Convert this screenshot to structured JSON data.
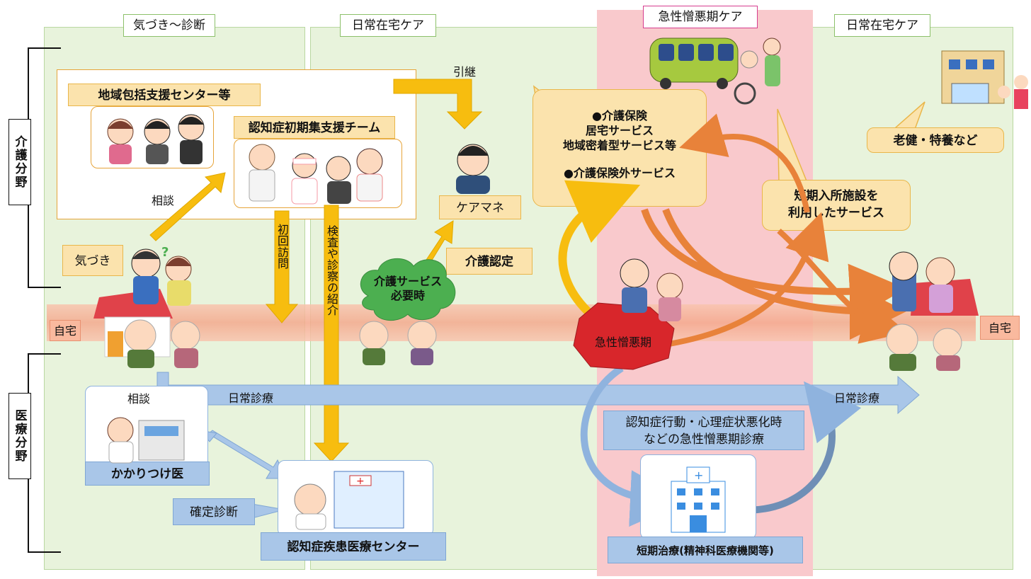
{
  "phases": {
    "notice": "気づき～診断",
    "home_care1": "日常在宅ケア",
    "acute": "急性憎悪期ケア",
    "home_care2": "日常在宅ケア"
  },
  "side": {
    "care": "介護分野",
    "medical": "医療分野"
  },
  "boxes": {
    "center": "地域包括支援センター等",
    "team": "認知症初期集支援チーム",
    "caremane": "ケアマネ",
    "kaigo_ninte": "介護認定",
    "hoken_l1": "●介護保険",
    "hoken_l2": "居宅サービス",
    "hoken_l3": "地域密着型サービス等",
    "hoken_l4": "●介護保険外サービス",
    "short_stay": "短期入所施設を\n利用したサービス",
    "roken": "老健・特養など",
    "home_left": "自宅",
    "home_right": "自宅",
    "kakaritsuke": "かかりつけ医",
    "kakutei": "確定診断",
    "med_center": "認知症疾患医療センター",
    "bpsd": "認知症行動・心理症状悪化時\nなどの急性憎悪期診療",
    "short_treat": "短期治療(精神科医療機関等)"
  },
  "labels": {
    "hikitsugi": "引継",
    "soudan1": "相談",
    "soudan2": "相談",
    "kizuki": "気づき",
    "shokai_houmon": "初回訪問",
    "kensa": "検査や診察の紹介",
    "service_needed": "介護サービス\n必要時",
    "acute_label": "急性憎悪期",
    "daily_med1": "日常診療",
    "daily_med2": "日常診療"
  },
  "colors": {
    "panel_green": "#e8f3dc",
    "acute_pink": "#f9c9cc",
    "arrow_yellow": "#f7bd0f",
    "arrow_blue": "#a5c3e6",
    "home_band": "#f6b49a",
    "curve_orange": "#e8823a",
    "acute_red": "#d8262b"
  }
}
